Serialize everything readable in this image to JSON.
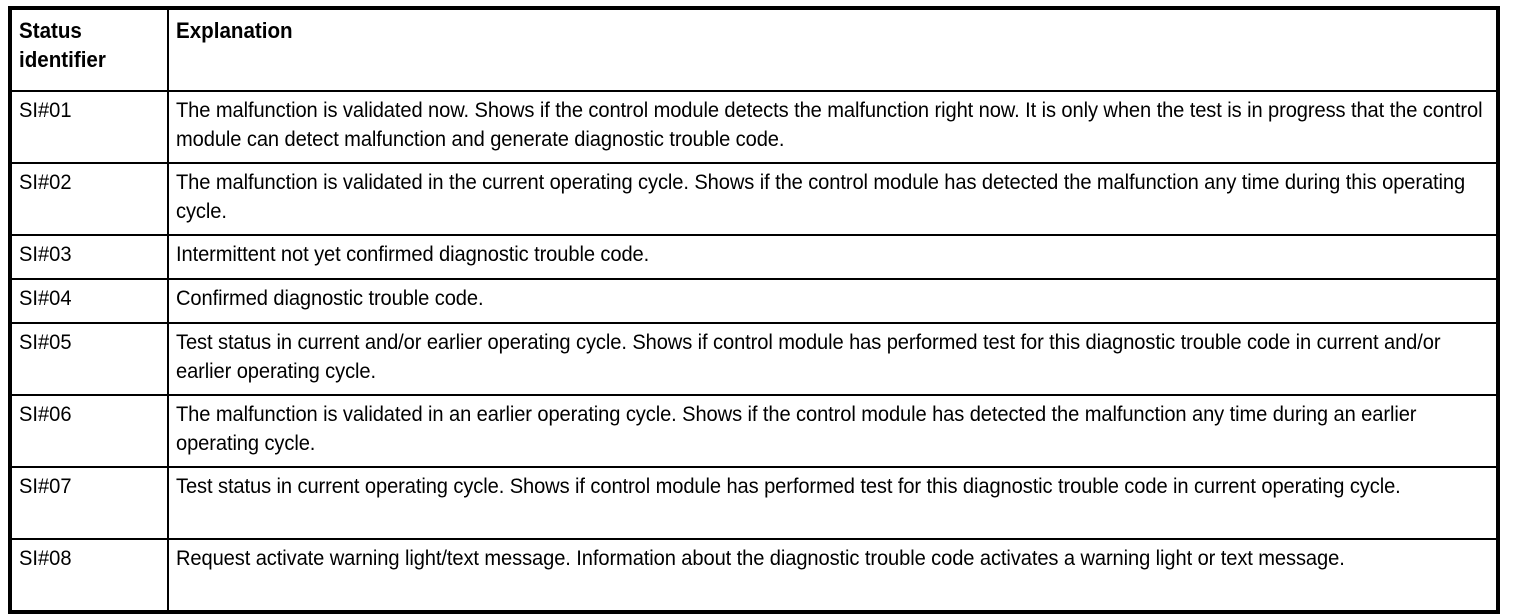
{
  "table": {
    "name": "diagnostic-status-identifier-table",
    "columns": [
      {
        "key": "identifier",
        "header": "Status identifier"
      },
      {
        "key": "explanation",
        "header": "Explanation"
      }
    ],
    "rows": [
      {
        "identifier": "SI#01",
        "explanation": "The malfunction is validated now. Shows if the control module detects the malfunction right now. It is only when the test is in progress that the control module can detect malfunction and generate diagnostic trouble code."
      },
      {
        "identifier": "SI#02",
        "explanation": "The malfunction is validated in the current operating cycle. Shows if the control module has detected the malfunction any time during this operating cycle."
      },
      {
        "identifier": "SI#03",
        "explanation": "Intermittent not yet confirmed diagnostic trouble code."
      },
      {
        "identifier": "SI#04",
        "explanation": "Confirmed diagnostic trouble code."
      },
      {
        "identifier": "SI#05",
        "explanation": "Test status in current and/or earlier operating cycle. Shows if control module has performed test for this diagnostic trouble code in current and/or earlier operating cycle."
      },
      {
        "identifier": "SI#06",
        "explanation": "The malfunction is validated in an earlier operating cycle. Shows if the control module has detected the malfunction any time during an earlier operating cycle."
      },
      {
        "identifier": "SI#07",
        "explanation": "Test status in current operating cycle. Shows if control module has performed test for this diagnostic trouble code in current operating cycle."
      },
      {
        "identifier": "SI#08",
        "explanation": "Request activate warning light/text message. Information about the diagnostic trouble code activates a warning light or text message."
      }
    ]
  },
  "style": {
    "border_color": "#000000",
    "background_color": "#ffffff",
    "text_color": "#000000"
  }
}
